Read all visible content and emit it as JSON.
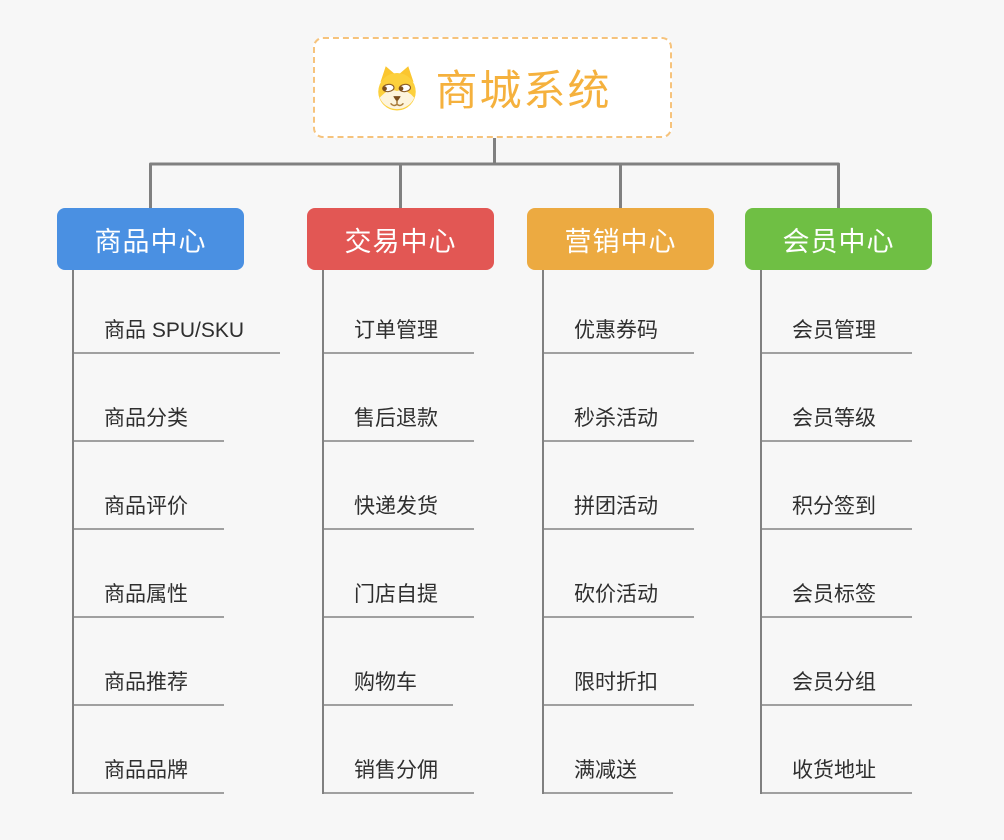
{
  "root": {
    "title": "商城系统",
    "icon": "doge-dog-face-icon"
  },
  "colors": {
    "background": "#f7f7f7",
    "root_border": "#f6c37c",
    "root_text": "#f5b13d",
    "connector": "#808080",
    "item_underline": "#a0a0a0",
    "item_text": "#2f2f2f",
    "branch_text": "#ffffff"
  },
  "branches": [
    {
      "label": "商品中心",
      "color": "#4a90e2",
      "items": [
        "商品 SPU/SKU",
        "商品分类",
        "商品评价",
        "商品属性",
        "商品推荐",
        "商品品牌"
      ]
    },
    {
      "label": "交易中心",
      "color": "#e25754",
      "items": [
        "订单管理",
        "售后退款",
        "快递发货",
        "门店自提",
        "购物车",
        "销售分佣"
      ]
    },
    {
      "label": "营销中心",
      "color": "#ecaa41",
      "items": [
        "优惠券码",
        "秒杀活动",
        "拼团活动",
        "砍价活动",
        "限时折扣",
        "满减送"
      ]
    },
    {
      "label": "会员中心",
      "color": "#6fbf44",
      "items": [
        "会员管理",
        "会员等级",
        "积分签到",
        "会员标签",
        "会员分组",
        "收货地址"
      ]
    }
  ]
}
